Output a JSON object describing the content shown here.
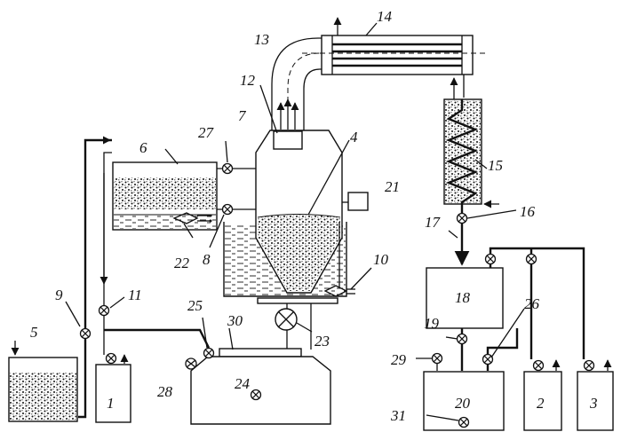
{
  "labels": {
    "l1": "1",
    "l2": "2",
    "l3": "3",
    "l4": "4",
    "l5": "5",
    "l6": "6",
    "l7": "7",
    "l8": "8",
    "l9": "9",
    "l10": "10",
    "l11": "11",
    "l12": "12",
    "l13": "13",
    "l14": "14",
    "l15": "15",
    "l16": "16",
    "l17": "17",
    "l18": "18",
    "l19": "19",
    "l20": "20",
    "l21": "21",
    "l22": "22",
    "l23": "23",
    "l24": "24",
    "l25": "25",
    "l26": "26",
    "l27": "27",
    "l28": "28",
    "l29": "29",
    "l30": "30",
    "l31": "31"
  },
  "colors": {
    "ink": "#111111",
    "background": "#ffffff"
  }
}
